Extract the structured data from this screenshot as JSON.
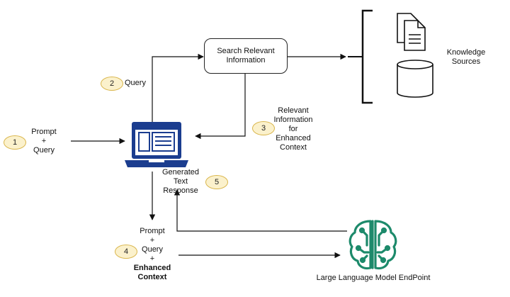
{
  "nodes": {
    "step1": {
      "number": "1",
      "label_lines": [
        "Prompt",
        "+",
        "Query"
      ]
    },
    "step2": {
      "number": "2",
      "label": "Query"
    },
    "step3": {
      "number": "3",
      "label_lines": [
        "Relevant",
        "Information",
        "for",
        "Enhanced",
        "Context"
      ]
    },
    "step4": {
      "number": "4",
      "label_lines": [
        "Prompt",
        "+",
        "Query",
        "+",
        "Enhanced",
        "Context"
      ]
    },
    "step5": {
      "number": "5",
      "label_lines": [
        "Generated",
        "Text",
        "Response"
      ]
    },
    "search_box": {
      "label_lines": [
        "Search Relevant",
        "Information"
      ]
    },
    "knowledge_sources": {
      "label_lines": [
        "Knowledge",
        "Sources"
      ]
    },
    "llm": {
      "label": "Large Language Model EndPoint"
    }
  },
  "colors": {
    "badge_fill": "#fbf1cc",
    "badge_border": "#d9b54a",
    "laptop_blue": "#1b3d8f",
    "llm_green": "#1d8a6b",
    "line": "#111111"
  }
}
